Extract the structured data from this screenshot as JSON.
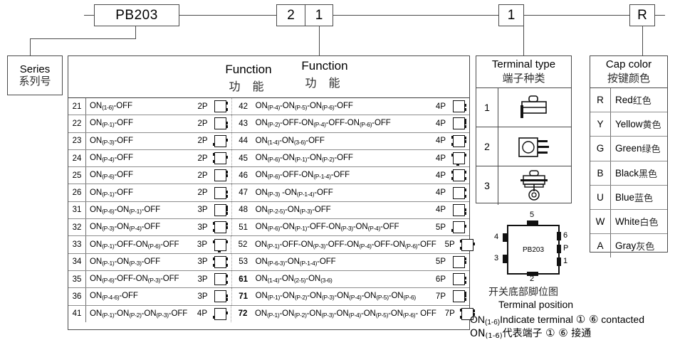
{
  "part_code": {
    "series": "PB203",
    "function_code_a": "2",
    "function_code_b": "1",
    "terminal_code": "1",
    "cap_color_code": "R"
  },
  "series_box": {
    "en": "Series",
    "cn": "系列号"
  },
  "function_table": {
    "header": {
      "en_left": "Function",
      "cn_left": "功 能",
      "en_right": "Function",
      "cn_right": "功 能"
    },
    "left_rows": [
      {
        "no": "21",
        "desc": "ON(1-6)-OFF",
        "poles": "2P",
        "bold": false
      },
      {
        "no": "22",
        "desc": "ON(P-1)-OFF",
        "poles": "2P",
        "bold": false
      },
      {
        "no": "23",
        "desc": "ON(P-3)-OFF",
        "poles": "2P",
        "bold": false
      },
      {
        "no": "24",
        "desc": "ON(P-4)-OFF",
        "poles": "2P",
        "bold": false
      },
      {
        "no": "25",
        "desc": "ON(P-6)-OFF",
        "poles": "2P",
        "bold": false
      },
      {
        "no": "26",
        "desc": "ON(P-1)-OFF",
        "poles": "2P",
        "bold": false
      },
      {
        "no": "31",
        "desc": "ON(P-6)-ON(P-1)-OFF",
        "poles": "3P",
        "bold": false
      },
      {
        "no": "32",
        "desc": "ON(P-3)-ON(P-4)-OFF",
        "poles": "3P",
        "bold": false
      },
      {
        "no": "33",
        "desc": "ON(P-1)-OFF-ON(P-6)-OFF",
        "poles": "3P",
        "bold": false
      },
      {
        "no": "34",
        "desc": "ON(P-1)-ON(P-3)-OFF",
        "poles": "3P",
        "bold": false
      },
      {
        "no": "35",
        "desc": "ON(P-6)-OFF-ON(P-3)-OFF",
        "poles": "3P",
        "bold": false
      },
      {
        "no": "36",
        "desc": "ON(P-4-6)-OFF",
        "poles": "3P",
        "bold": false
      },
      {
        "no": "41",
        "desc": "ON(P-1)-ON(P-2)-ON(P-3)-OFF",
        "poles": "4P",
        "bold": false
      }
    ],
    "right_rows": [
      {
        "no": "42",
        "desc": "ON(P-4)-ON(P-5)-ON(P-6)-OFF",
        "poles": "4P",
        "bold": false
      },
      {
        "no": "43",
        "desc": "ON(P-2)-OFF-ON(P-4)-OFF-ON(P-6)-OFF",
        "poles": "4P",
        "bold": false
      },
      {
        "no": "44",
        "desc": "ON(1-4)-ON(3-6)-OFF",
        "poles": "4P",
        "bold": false
      },
      {
        "no": "45",
        "desc": "ON(P-6)-ON(P-1)-ON(P-2)-OFF",
        "poles": "4P",
        "bold": false
      },
      {
        "no": "46",
        "desc": "ON(P-6)-OFF-ON(P-1-4)-OFF",
        "poles": "4P",
        "bold": false
      },
      {
        "no": "47",
        "desc": "ON(P-3) -ON(P-1-4)-OFF",
        "poles": "4P",
        "bold": false
      },
      {
        "no": "48",
        "desc": "ON(P-2-5)-ON(P-3)-OFF",
        "poles": "4P",
        "bold": false
      },
      {
        "no": "51",
        "desc": "ON(P-6)-ON(P-1)-OFF-ON(P-3)-ON(P-4)-OFF",
        "poles": "5P",
        "bold": false
      },
      {
        "no": "52",
        "desc": "ON(P-1)-OFF-ON(P-3)-OFF-ON(P-4)-OFF-ON(P-6)-OFF",
        "poles": "5P",
        "bold": false
      },
      {
        "no": "53",
        "desc": "ON(P-6-3)-ON(P-1-4)-OFF",
        "poles": "5P",
        "bold": false
      },
      {
        "no": "61",
        "desc": "ON(1-4)-ON(2-5)-ON(3-6)",
        "poles": "6P",
        "bold": true
      },
      {
        "no": "71",
        "desc": "ON(P-1)-ON(P-2)-ON(P-3)-ON(P-4)-ON(P-5)-ON(P-6)",
        "poles": "7P",
        "bold": true
      },
      {
        "no": "72",
        "desc": "ON(P-1)-ON(P-2)-ON(P-3)-ON(P-4)-ON(P-5)-ON(P-6)- OFF",
        "poles": "7P",
        "bold": true
      }
    ]
  },
  "terminal_type": {
    "header_en": "Terminal type",
    "header_cn": "端子种类",
    "rows": [
      {
        "code": "1",
        "icon": "terminal-solder-lug-icon"
      },
      {
        "code": "2",
        "icon": "terminal-pc-pin-icon"
      },
      {
        "code": "3",
        "icon": "terminal-screw-ring-icon"
      }
    ]
  },
  "cap_color": {
    "header_en": "Cap color",
    "header_cn": "按键颜色",
    "rows": [
      {
        "code": "R",
        "en": "Red",
        "cn": "红色"
      },
      {
        "code": "Y",
        "en": "Yellow",
        "cn": "黄色"
      },
      {
        "code": "G",
        "en": "Green",
        "cn": "绿色"
      },
      {
        "code": "B",
        "en": "Black",
        "cn": "黑色"
      },
      {
        "code": "U",
        "en": "Blue",
        "cn": "蓝色"
      },
      {
        "code": "W",
        "en": "White",
        "cn": "白色"
      },
      {
        "code": "A",
        "en": "Gray",
        "cn": "灰色"
      }
    ]
  },
  "pinout": {
    "label": "PB203",
    "pin_top": "5",
    "pin_bottom": "2",
    "pin_left_upper": "4",
    "pin_left_lower": "3",
    "pin_right_upper": "6",
    "pin_right_mid": "P",
    "pin_right_lower": "1",
    "caption_cn": "开关底部脚位图",
    "caption_en": "Terminal position"
  },
  "notes": {
    "line_en_pre": "ON",
    "line_en_sub": "(1-6)",
    "line_en_mid": "Indicate terminal",
    "line_en_circles": "① ⑥",
    "line_en_post": "contacted",
    "line_cn_pre": "ON",
    "line_cn_sub": "(1-6)",
    "line_cn_mid": "代表端子",
    "line_cn_circles": "① ⑥",
    "line_cn_post": "接通"
  }
}
